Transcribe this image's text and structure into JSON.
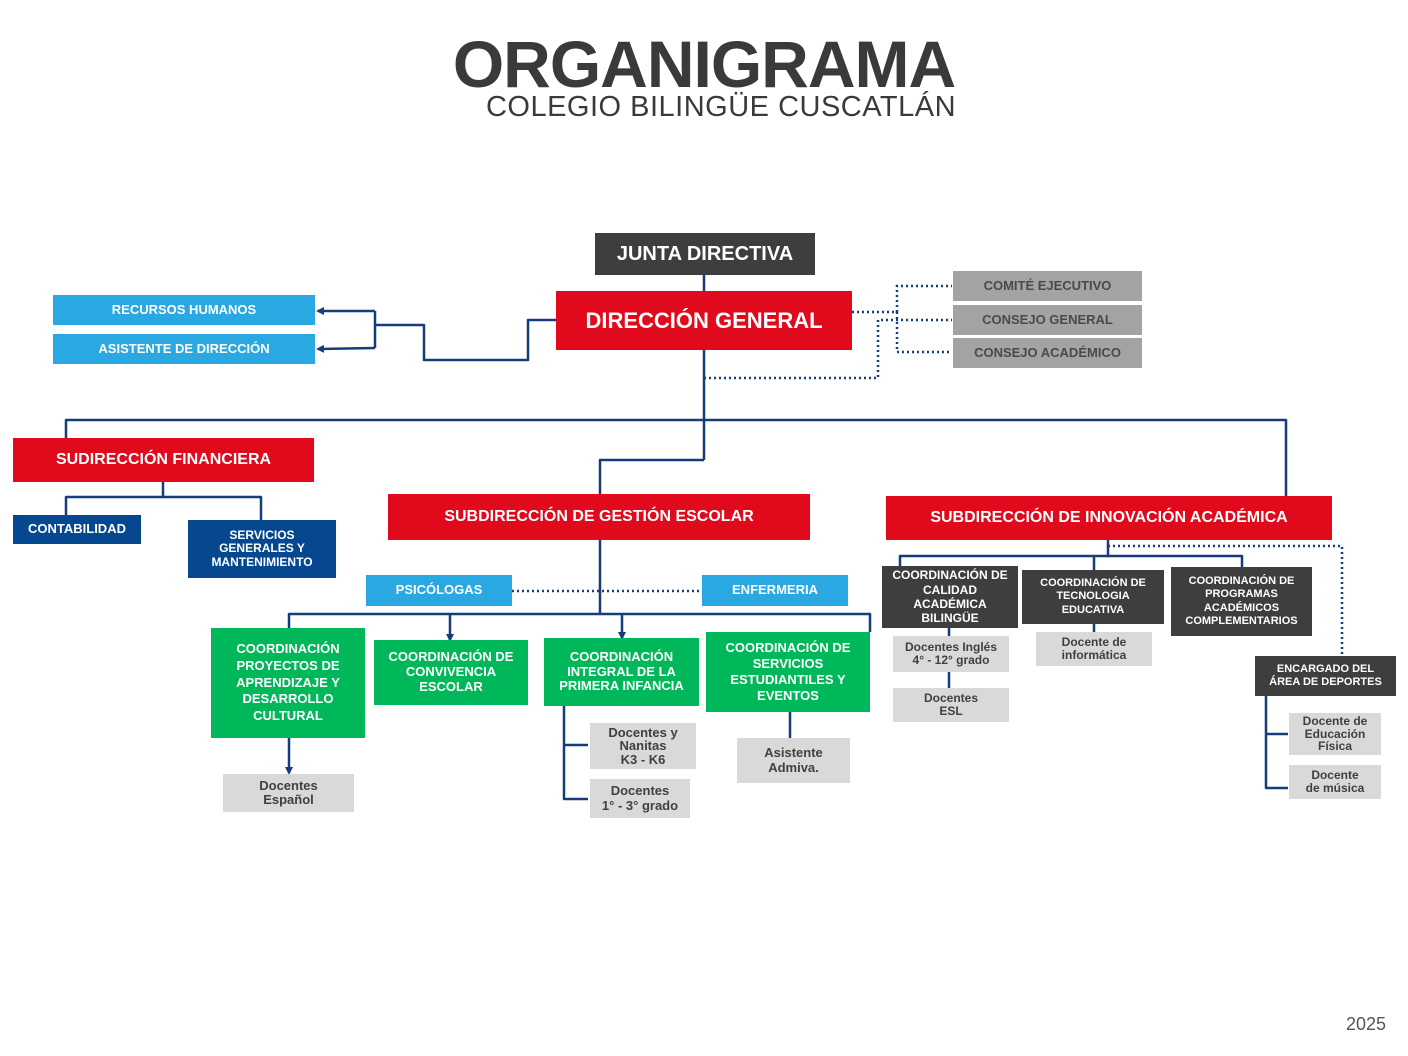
{
  "header": {
    "title": "ORGANIGRAMA",
    "subtitle": "COLEGIO BILINGÜE CUSCATLÁN"
  },
  "footer": {
    "year": "2025"
  },
  "colors": {
    "dark": "#3d3e40",
    "red": "#e10a1c",
    "light_blue": "#29a8e1",
    "dark_blue": "#054890",
    "green": "#00b859",
    "gray": "#a3a3a3",
    "light_gray": "#d9d9d9",
    "line": "#143d7a"
  },
  "nodes": {
    "junta": "JUNTA DIRECTIVA",
    "direccion": "DIRECCIÓN GENERAL",
    "comite": "COMITÉ EJECUTIVO",
    "consejo_general": "CONSEJO GENERAL",
    "consejo_academico": "CONSEJO ACADÉMICO",
    "rrhh": "RECURSOS HUMANOS",
    "asistente_direccion": "ASISTENTE DE DIRECCIÓN",
    "sub_financiera": "SUDIRECCIÓN FINANCIERA",
    "contabilidad": "CONTABILIDAD",
    "servicios": "SERVICIOS\nGENERALES Y\nMANTENIMIENTO",
    "sub_gestion": "SUBDIRECCIÓN DE GESTIÓN ESCOLAR",
    "psicologas": "PSICÓLOGAS",
    "enfermeria": "ENFERMERIA",
    "coord_proyectos": "COORDINACIÓN\nPROYECTOS DE\nAPRENDIZAJE Y\nDESARROLLO\nCULTURAL",
    "coord_convivencia": "COORDINACIÓN DE\nCONVIVENCIA\nESCOLAR",
    "coord_infancia": "COORDINACIÓN\nINTEGRAL DE LA\nPRIMERA INFANCIA",
    "coord_servicios": "COORDINACIÓN DE\nSERVICIOS\nESTUDIANTILES Y\nEVENTOS",
    "docentes_espanol": "Docentes\nEspañol",
    "docentes_nanitas": "Docentes y\nNanitas\nK3 - K6",
    "docentes_grado": "Docentes\n1° - 3° grado",
    "asistente_admiva": "Asistente\nAdmiva.",
    "sub_innovacion": "SUBDIRECCIÓN DE INNOVACIÓN ACADÉMICA",
    "coord_calidad": "COORDINACIÓN DE\nCALIDAD\nACADÉMICA\nBILINGÜE",
    "coord_tecnologia": "COORDINACIÓN  DE\nTECNOLOGIA\nEDUCATIVA",
    "coord_programas": "COORDINACIÓN  DE\nPROGRAMAS\nACADÉMICOS\nCOMPLEMENTARIOS",
    "docentes_ingles": "Docentes Inglés\n4° - 12° grado",
    "docentes_esl": "Docentes\nESL",
    "docente_informatica": "Docente de\ninformática",
    "encargado_deportes": "ENCARGADO DEL\nÁREA DE DEPORTES",
    "docente_fisica": "Docente de\nEducación\nFísica",
    "docente_musica": "Docente\nde música"
  }
}
